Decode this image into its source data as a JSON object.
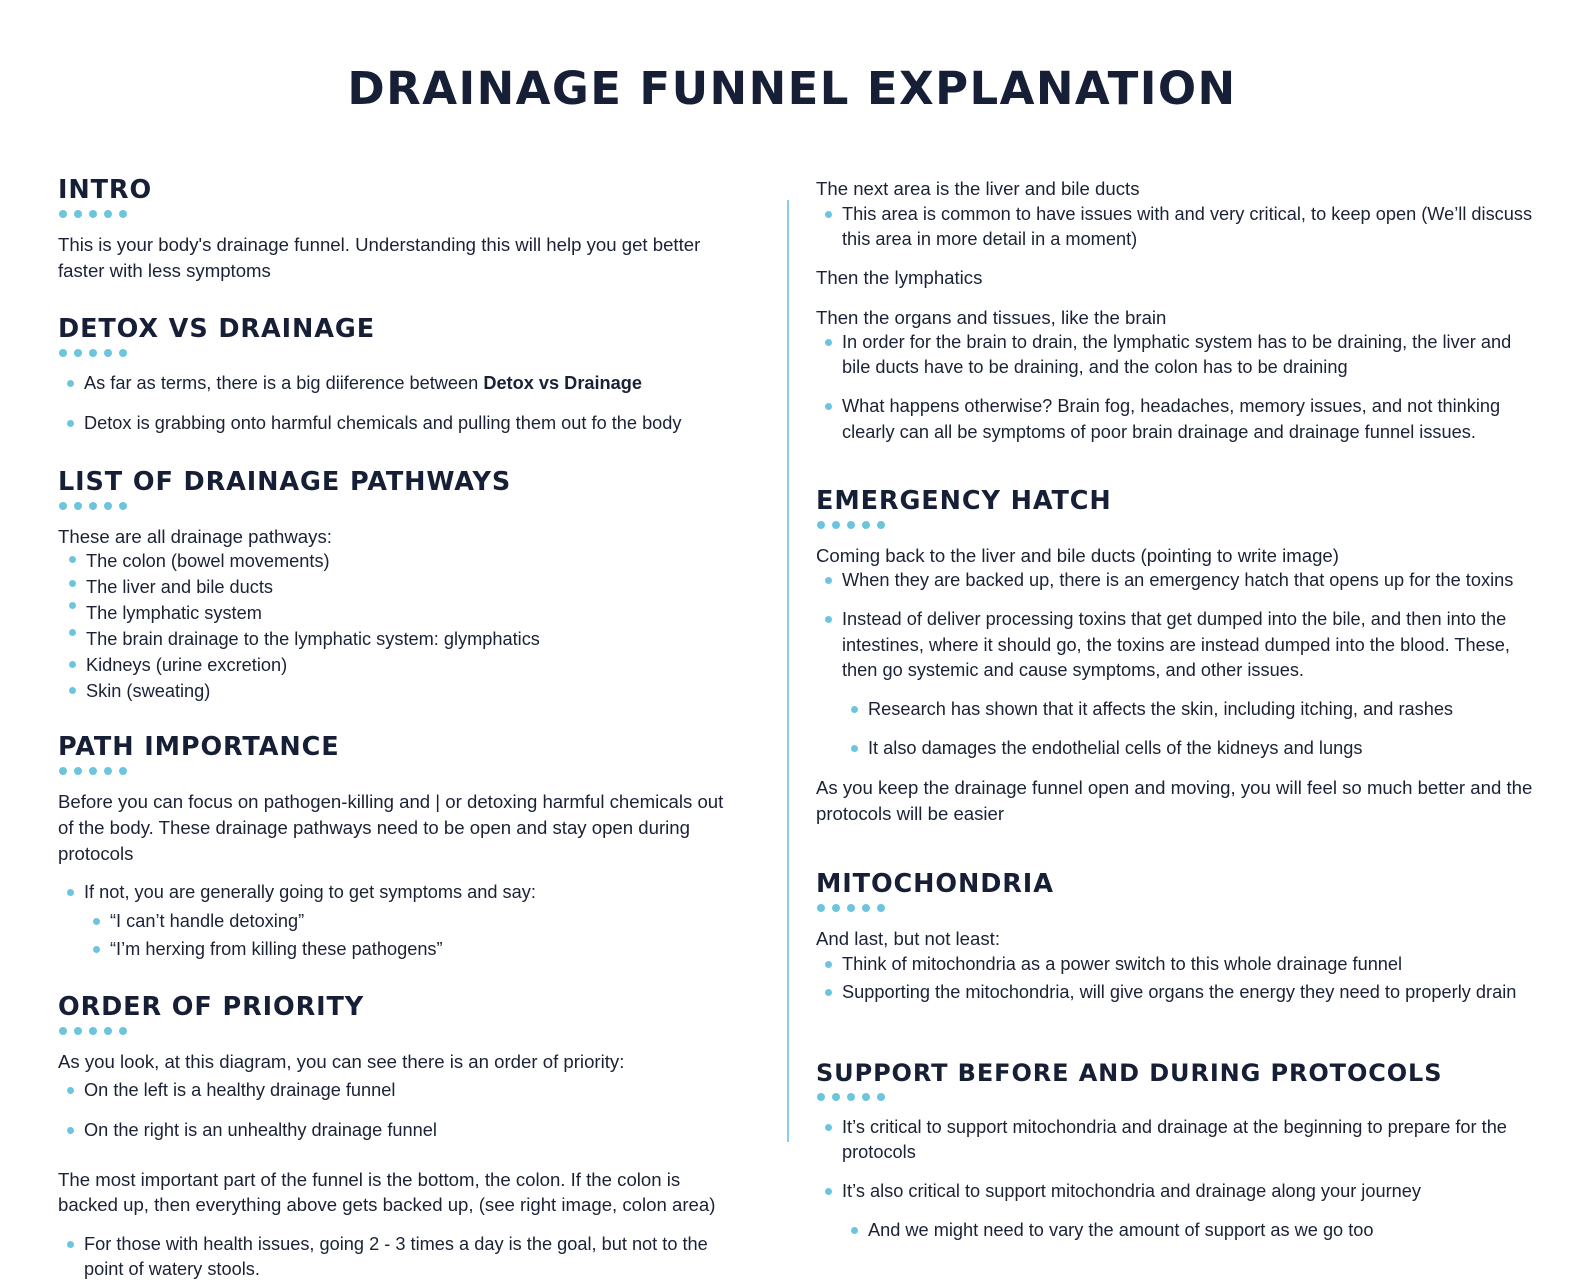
{
  "document": {
    "title": "DRAINAGE FUNNEL EXPLANATION",
    "accent_color": "#6cc5dd",
    "divider_color": "#89cdec",
    "text_color": "#1b2236",
    "background_color": "#ffffff"
  },
  "left_column": {
    "intro": {
      "heading": "INTRO",
      "paragraph": "This is your body's drainage funnel. Understanding this will help you get better faster with less symptoms"
    },
    "detox_vs_drainage": {
      "heading": "DETOX VS DRAINAGE",
      "bullets": [
        {
          "prefix": "As far as terms, there is a big diiference between ",
          "bold": "Detox vs Drainage"
        },
        {
          "prefix": "Detox is grabbing onto harmful chemicals and pulling them out fo the body",
          "bold": ""
        }
      ]
    },
    "list_of_drainage_pathways": {
      "heading": "LIST OF DRAINAGE PATHWAYS",
      "lead": "These are all drainage pathways:",
      "items": [
        "The colon (bowel movements)",
        "The liver and bile ducts",
        "The lymphatic system",
        "The brain drainage to the lymphatic system: glymphatics",
        "Kidneys (urine excretion)",
        "Skin (sweating)"
      ]
    },
    "path_importance": {
      "heading": "PATH IMPORTANCE",
      "paragraph": "Before you can focus on pathogen-killing and | or detoxing harmful chemicals out of the body. These drainage pathways need to be open and stay open during protocols",
      "bullet": "If not, you are generally going to get symptoms and say:",
      "sub_bullets": [
        "“I can’t handle detoxing”",
        "“I’m herxing from killing these pathogens”"
      ]
    },
    "order_of_priority": {
      "heading": "ORDER OF PRIORITY",
      "lead": "As you look, at this diagram, you can see there is an order of priority:",
      "bullets": [
        "On the left is a healthy drainage funnel",
        "On the right is an unhealthy drainage funnel"
      ],
      "paragraph": "The most important part of the funnel is the bottom, the colon. If the colon is backed up, then everything above gets backed up, (see right image, colon area)",
      "final_bullet": "For those with health issues, going 2 - 3 times a day is the goal, but not to the point of watery stools."
    }
  },
  "right_column": {
    "continued": {
      "liver_lead": "The next area is the liver and bile ducts",
      "liver_bullet": "This area is common to have issues with and very critical, to keep open (We’ll discuss this area in more detail in a moment)",
      "lymphatics_lead": "Then the lymphatics",
      "organs_lead": "Then the organs and tissues, like the brain",
      "organs_bullets": [
        "In order for the brain to drain, the lymphatic system has to be draining, the liver and bile ducts have to be draining, and the colon has to be draining",
        "What happens otherwise? Brain fog, headaches, memory issues, and not thinking clearly can all be symptoms of poor brain drainage and drainage funnel issues."
      ]
    },
    "emergency_hatch": {
      "heading": "EMERGENCY HATCH",
      "lead": "Coming back to the liver and bile ducts (pointing to write image)",
      "bullets": [
        "When they are backed up, there is an emergency hatch that opens up for the toxins",
        "Instead of deliver processing toxins that get dumped into the bile, and then into the intestines, where it should go, the toxins are instead dumped into the blood. These, then go systemic and cause symptoms, and other issues."
      ],
      "sub_bullets": [
        "Research has shown that it affects the skin, including itching, and rashes",
        "It also damages the endothelial cells of the kidneys and lungs"
      ],
      "closing": "As you keep the drainage funnel open and moving, you will feel so much better and the protocols will be easier"
    },
    "mitochondria": {
      "heading": "MITOCHONDRIA",
      "lead": "And last, but not least:",
      "bullets": [
        "Think of mitochondria as a power switch to this whole drainage funnel",
        "Supporting the mitochondria, will give organs the energy they need to properly drain"
      ]
    },
    "support": {
      "heading": "SUPPORT BEFORE AND DURING PROTOCOLS",
      "bullets": [
        "It’s critical to support mitochondria and drainage at the beginning to prepare for the protocols",
        "It’s also critical to support mitochondria and drainage along your journey"
      ],
      "sub_bullet": "And we might need to vary the amount of support as we go too"
    }
  }
}
